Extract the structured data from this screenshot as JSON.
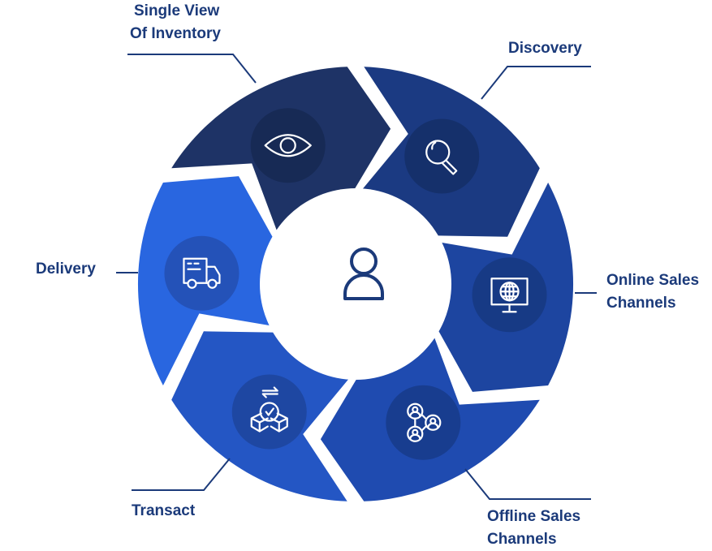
{
  "diagram": {
    "title": "Unified commerce cycle",
    "center": {
      "icon": "user-icon",
      "color": "#1b3a7a"
    },
    "segments": [
      {
        "id": "single-view",
        "lines": [
          "Single View",
          "Of Inventory"
        ],
        "icon": "eye-icon",
        "color": "#1e3366",
        "badge": "#172a55"
      },
      {
        "id": "discovery",
        "lines": [
          "Discovery"
        ],
        "icon": "magnifier-icon",
        "color": "#1b3a82",
        "badge": "#15306b"
      },
      {
        "id": "online-sales",
        "lines": [
          "Online Sales",
          "Channels"
        ],
        "icon": "globe-monitor-icon",
        "color": "#1d45a0",
        "badge": "#173a85"
      },
      {
        "id": "offline-sales",
        "lines": [
          "Offline Sales",
          "Channels"
        ],
        "icon": "people-network-icon",
        "color": "#1f4bb0",
        "badge": "#183d8f"
      },
      {
        "id": "transact",
        "lines": [
          "Transact"
        ],
        "icon": "transaction-boxes-icon",
        "color": "#2456c4",
        "badge": "#1e47a2"
      },
      {
        "id": "delivery",
        "lines": [
          "Delivery"
        ],
        "icon": "delivery-truck-icon",
        "color": "#2966e0",
        "badge": "#2452b8"
      }
    ],
    "line_color": "#1b3a7a"
  }
}
